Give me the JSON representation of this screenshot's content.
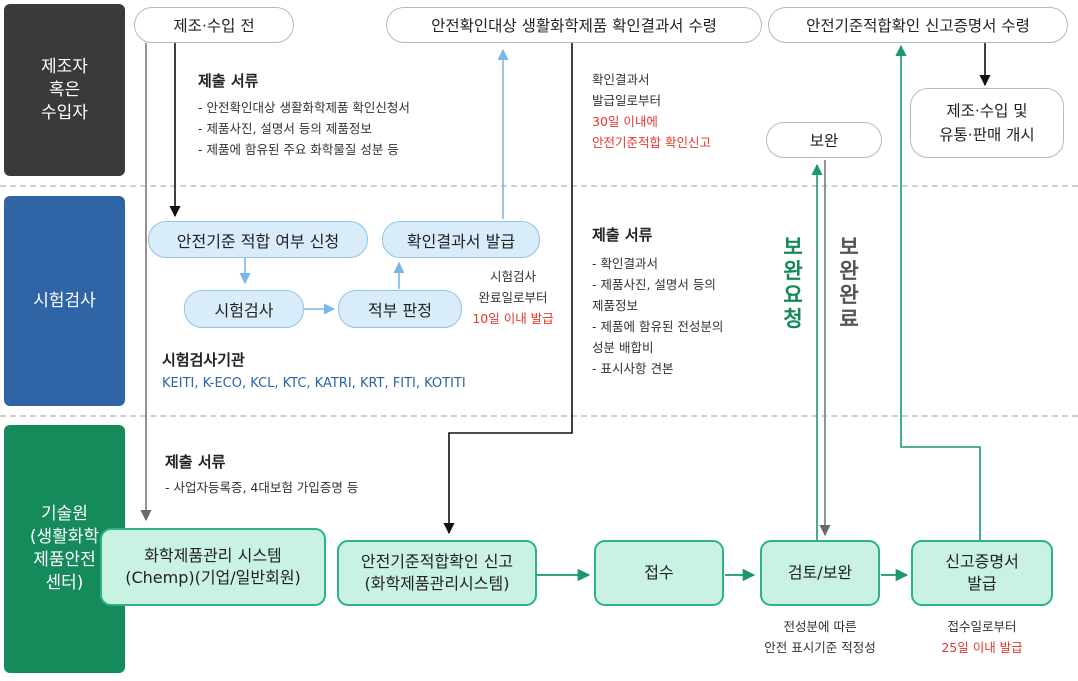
{
  "lanes": {
    "maker": "제조자\n혹은\n수입자",
    "test": "시험검사",
    "kei": "기술원\n(생활화학\n제품안전\n센터)"
  },
  "nodes": {
    "before": "제조·수입 전",
    "receipt": "안전확인대상 생활화학제품 확인결과서 수령",
    "certificate": "안전기준적합확인 신고증명서 수령",
    "start_sale": "제조·수입 및\n유통·판매 개시",
    "supplement": "보완",
    "apply": "안전기준 적합 여부 신청",
    "issue_result": "확인결과서 발급",
    "testing": "시험검사",
    "judge": "적부 판정",
    "chemp": "화학제품관리 시스템\n(Chemp)(기업/일반회원)",
    "report": "안전기준적합확인 신고\n(화학제품관리시스템)",
    "accept": "접수",
    "review": "검토/보완",
    "issue_cert": "신고증명서\n발급"
  },
  "docs1": {
    "title": "제출 서류",
    "items": "- 안전확인대상 생활화학제품 확인신청서\n- 제품사진, 설명서 등의 제품정보\n- 제품에 함유된 주요 화학물질 성분 등"
  },
  "deadline1": {
    "text": "확인결과서\n발급일로부터",
    "red": "30일 이내에\n안전기준적합 확인신고"
  },
  "deadline2": {
    "text": "시험검사\n완료일로부터",
    "red": "10일 이내 발급"
  },
  "docs2": {
    "title": "제출 서류",
    "items": "- 확인결과서\n- 제품사진, 설명서 등의\n  제품정보\n- 제품에 함유된 전성분의\n  성분 배합비\n- 표시사항 견본"
  },
  "agencies": {
    "title": "시험검사기관",
    "list": "KEITI, K-ECO, KCL, KTC, KATRI, KRT, FITI, KOTITI"
  },
  "docs3": {
    "title": "제출 서류",
    "items": "- 사업자등록증, 4대보험 가입증명 등"
  },
  "side_labels": {
    "request": "보완요청",
    "done": "보완완료"
  },
  "review_note": "전성분에 따른\n안전 표시기준 적정성",
  "deadline3": {
    "text": "접수일로부터",
    "red": "25일 이내 발급"
  },
  "colors": {
    "lane_dark": "#3a3a3a",
    "lane_blue": "#2f64a6",
    "lane_green": "#158a5b",
    "green": "#138a5a",
    "blue_arrow": "#7ab7e6",
    "red": "#e8362d"
  }
}
